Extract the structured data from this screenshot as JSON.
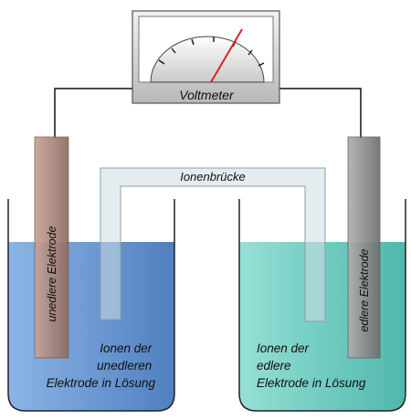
{
  "voltmeter": {
    "label": "Voltmeter"
  },
  "salt_bridge": {
    "label": "Ionenbrücke"
  },
  "left_cell": {
    "electrode_label": "unedlere Elektrode",
    "solution_lines": [
      "Ionen der",
      "unedleren",
      "Elektrode in Lösung"
    ]
  },
  "right_cell": {
    "electrode_label": "edlere Elektrode",
    "solution_lines": [
      "Ionen der",
      "edlere",
      "Elektrode in Lösung"
    ]
  },
  "colors": {
    "left_solution": "#6f9fd8",
    "right_solution": "#7fd3c8",
    "left_electrode": "#a9857c",
    "right_electrode": "#8c8c8c",
    "needle": "#d9231f",
    "meter_body": "#d9d9d9"
  }
}
